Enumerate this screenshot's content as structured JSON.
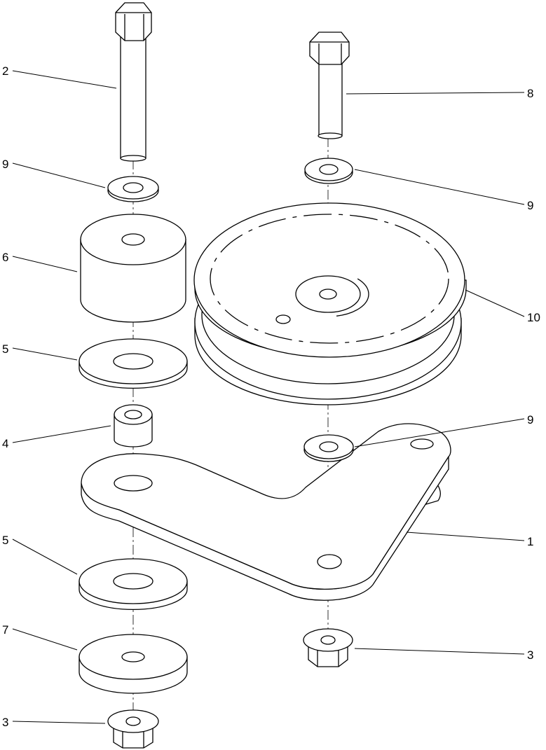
{
  "diagram": {
    "callouts": [
      "2",
      "9",
      "6",
      "5",
      "4",
      "5",
      "7",
      "3",
      "8",
      "9",
      "10",
      "9",
      "1",
      "3"
    ]
  }
}
